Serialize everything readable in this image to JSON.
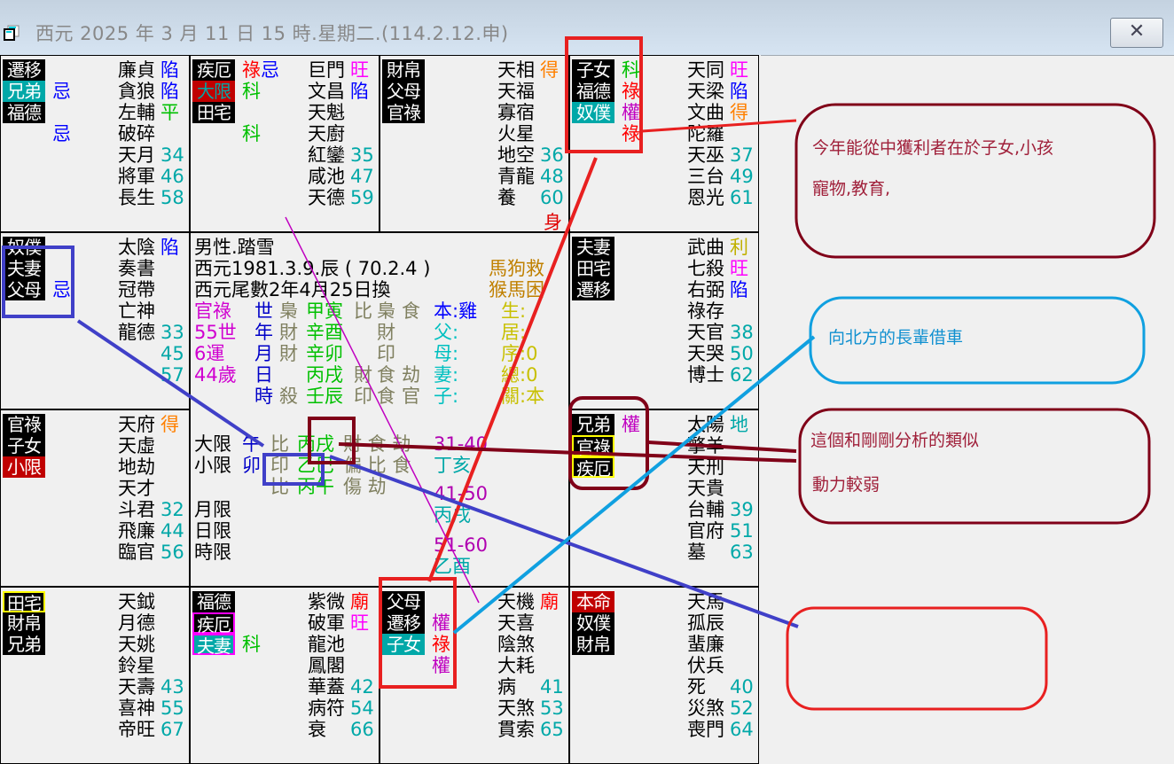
{
  "window": {
    "title": "西元 2025 年 3 月 11 日 15 時.星期二.(114.2.12.申)",
    "close_label": "✕",
    "icon": "app-window-icon"
  },
  "colors": {
    "black_label": "#000000",
    "teal_label": "#00a8a8",
    "red_label": "#c00000",
    "num": "#00a8a8",
    "blue": "#0000ff",
    "green": "#00c000",
    "red": "#ff0000",
    "purple": "#c000c0",
    "magenta": "#ff00ff",
    "orange": "#ff8000",
    "olive": "#808060",
    "gold": "#c08000",
    "yellow": "#c8c000"
  },
  "cells": [
    {
      "palaces": [
        {
          "t": "遷移",
          "bg": "#000000"
        },
        {
          "t": "兄弟",
          "bg": "#00a8a8"
        },
        {
          "t": "福德",
          "bg": "#000000"
        }
      ],
      "marks": [
        [],
        [
          {
            "t": "忌",
            "c": "#0000ff"
          }
        ],
        [],
        [
          {
            "t": "忌",
            "c": "#0000ff"
          }
        ]
      ],
      "stars": [
        {
          "n": "廉貞",
          "s": "陷",
          "c": "#0000ff"
        },
        {
          "n": "貪狼",
          "s": "陷",
          "c": "#0000ff"
        },
        {
          "n": "左輔",
          "s": "平",
          "c": "#00c000"
        },
        {
          "n": "破碎",
          "s": ""
        },
        {
          "n": "天月",
          "s": "34"
        },
        {
          "n": "將軍",
          "s": "46"
        },
        {
          "n": "長生",
          "s": "58"
        }
      ]
    },
    {
      "palaces": [
        {
          "t": "疾厄",
          "bg": "#000000"
        },
        {
          "t": "大限",
          "bg": "#c00000",
          "fg": "#00a8a8"
        },
        {
          "t": "田宅",
          "bg": "#000000"
        }
      ],
      "marks": [
        [
          {
            "t": "祿",
            "c": "#ff0000"
          },
          {
            "t": "忌",
            "c": "#0000ff"
          }
        ],
        [
          {
            "t": "科",
            "c": "#00c000"
          }
        ],
        [],
        [
          {
            "t": "科",
            "c": "#00c000"
          }
        ]
      ],
      "stars": [
        {
          "n": "巨門",
          "s": "旺",
          "c": "#ff00ff"
        },
        {
          "n": "文昌",
          "s": "陷",
          "c": "#0000ff"
        },
        {
          "n": "天魁",
          "s": ""
        },
        {
          "n": "天廚",
          "s": ""
        },
        {
          "n": "紅鑾",
          "s": "35"
        },
        {
          "n": "咸池",
          "s": "47"
        },
        {
          "n": "天德",
          "s": "59"
        }
      ]
    },
    {
      "palaces": [
        {
          "t": "財帛",
          "bg": "#000000"
        },
        {
          "t": "父母",
          "bg": "#000000"
        },
        {
          "t": "官祿",
          "bg": "#000000"
        }
      ],
      "marks": [],
      "stars": [
        {
          "n": "天相",
          "s": "得",
          "c": "#ff8000"
        },
        {
          "n": "天福",
          "s": ""
        },
        {
          "n": "寡宿",
          "s": ""
        },
        {
          "n": "火星",
          "s": ""
        },
        {
          "n": "地空",
          "s": "36"
        },
        {
          "n": "青龍",
          "s": "48"
        },
        {
          "n": "養",
          "s": "60"
        }
      ],
      "extra": "身"
    },
    {
      "palaces": [
        {
          "t": "子女",
          "bg": "#000000"
        },
        {
          "t": "福德",
          "bg": "#000000"
        },
        {
          "t": "奴僕",
          "bg": "#00a8a8"
        }
      ],
      "marks": [
        [
          {
            "t": "科",
            "c": "#00c000"
          }
        ],
        [
          {
            "t": "祿",
            "c": "#ff0000"
          }
        ],
        [
          {
            "t": "權",
            "c": "#c000c0"
          }
        ],
        [
          {
            "t": "祿",
            "c": "#ff0000"
          }
        ]
      ],
      "stars": [
        {
          "n": "天同",
          "s": "旺",
          "c": "#ff00ff"
        },
        {
          "n": "天梁",
          "s": "陷",
          "c": "#0000ff"
        },
        {
          "n": "文曲",
          "s": "得",
          "c": "#ff8000"
        },
        {
          "n": "陀羅",
          "s": ""
        },
        {
          "n": "天巫",
          "s": "37"
        },
        {
          "n": "三台",
          "s": "49"
        },
        {
          "n": "恩光",
          "s": "61"
        }
      ]
    },
    {
      "palaces": [
        {
          "t": "奴僕",
          "bg": "#000000"
        },
        {
          "t": "夫妻",
          "bg": "#000000"
        },
        {
          "t": "父母",
          "bg": "#000000"
        }
      ],
      "marks": [
        [],
        [],
        [
          {
            "t": "忌",
            "c": "#0000ff"
          }
        ]
      ],
      "stars": [
        {
          "n": "太陰",
          "s": "陷",
          "c": "#0000ff"
        },
        {
          "n": "奏書",
          "s": ""
        },
        {
          "n": "冠帶",
          "s": ""
        },
        {
          "n": "亡神",
          "s": ""
        },
        {
          "n": "龍德",
          "s": "33"
        },
        {
          "n": "",
          "s": "45"
        },
        {
          "n": "",
          "s": "57"
        }
      ]
    },
    {
      "palaces": [
        {
          "t": "夫妻",
          "bg": "#000000"
        },
        {
          "t": "田宅",
          "bg": "#000000"
        },
        {
          "t": "遷移",
          "bg": "#000000"
        }
      ],
      "marks": [],
      "stars": [
        {
          "n": "武曲",
          "s": "利",
          "c": "#c0b000"
        },
        {
          "n": "七殺",
          "s": "旺",
          "c": "#ff00ff"
        },
        {
          "n": "右弼",
          "s": "陷",
          "c": "#0000ff"
        },
        {
          "n": "祿存",
          "s": ""
        },
        {
          "n": "天官",
          "s": "38"
        },
        {
          "n": "天哭",
          "s": "50"
        },
        {
          "n": "博士",
          "s": "62"
        }
      ]
    },
    {
      "palaces": [
        {
          "t": "官祿",
          "bg": "#000000"
        },
        {
          "t": "子女",
          "bg": "#000000"
        },
        {
          "t": "小限",
          "bg": "#c00000"
        }
      ],
      "marks": [],
      "stars": [
        {
          "n": "天府",
          "s": "得",
          "c": "#ff8000"
        },
        {
          "n": "天虛",
          "s": ""
        },
        {
          "n": "地劫",
          "s": ""
        },
        {
          "n": "天才",
          "s": ""
        },
        {
          "n": "斗君",
          "s": "32"
        },
        {
          "n": "飛廉",
          "s": "44"
        },
        {
          "n": "臨官",
          "s": "56"
        }
      ]
    },
    {
      "palaces": [
        {
          "t": "兄弟",
          "bg": "#000000"
        },
        {
          "t": "官祿",
          "bg": "#000000",
          "bd": "#ffff00"
        },
        {
          "t": "疾厄",
          "bg": "#000000",
          "bd": "#ffff00"
        }
      ],
      "marks": [
        [
          {
            "t": "權",
            "c": "#c000c0"
          }
        ]
      ],
      "stars": [
        {
          "n": "太陽",
          "s": "地",
          "c": "#00a8a8"
        },
        {
          "n": "擎羊",
          "s": ""
        },
        {
          "n": "天刑",
          "s": ""
        },
        {
          "n": "天貴",
          "s": ""
        },
        {
          "n": "台輔",
          "s": "39"
        },
        {
          "n": "官府",
          "s": "51"
        },
        {
          "n": "墓",
          "s": "63"
        }
      ]
    },
    {
      "palaces": [
        {
          "t": "田宅",
          "bg": "#000000",
          "bd": "#ffff00"
        },
        {
          "t": "財帛",
          "bg": "#000000"
        },
        {
          "t": "兄弟",
          "bg": "#000000"
        }
      ],
      "marks": [],
      "stars": [
        {
          "n": "天鉞",
          "s": ""
        },
        {
          "n": "月德",
          "s": ""
        },
        {
          "n": "天姚",
          "s": ""
        },
        {
          "n": "鈴星",
          "s": ""
        },
        {
          "n": "天壽",
          "s": "43"
        },
        {
          "n": "喜神",
          "s": "55"
        },
        {
          "n": "帝旺",
          "s": "67"
        }
      ]
    },
    {
      "palaces": [
        {
          "t": "福德",
          "bg": "#000000"
        },
        {
          "t": "疾厄",
          "bg": "#000000",
          "bd": "#ff00ff"
        },
        {
          "t": "夫妻",
          "bg": "#00a8a8",
          "bd": "#ff00ff"
        }
      ],
      "marks": [
        [],
        [],
        [
          {
            "t": "科",
            "c": "#00c000"
          }
        ]
      ],
      "stars": [
        {
          "n": "紫微",
          "s": "廟",
          "c": "#ff0000"
        },
        {
          "n": "破軍",
          "s": "旺",
          "c": "#ff00ff"
        },
        {
          "n": "龍池",
          "s": ""
        },
        {
          "n": "鳳閣",
          "s": ""
        },
        {
          "n": "華蓋",
          "s": "42"
        },
        {
          "n": "病符",
          "s": "54"
        },
        {
          "n": "衰",
          "s": "66"
        }
      ]
    },
    {
      "palaces": [
        {
          "t": "父母",
          "bg": "#000000"
        },
        {
          "t": "遷移",
          "bg": "#000000"
        },
        {
          "t": "子女",
          "bg": "#00a8a8"
        }
      ],
      "marks": [
        [],
        [
          {
            "t": "權",
            "c": "#c000c0"
          }
        ],
        [
          {
            "t": "祿",
            "c": "#ff0000"
          }
        ],
        [
          {
            "t": "權",
            "c": "#c000c0"
          }
        ]
      ],
      "stars": [
        {
          "n": "天機",
          "s": "廟",
          "c": "#ff0000"
        },
        {
          "n": "天喜",
          "s": ""
        },
        {
          "n": "陰煞",
          "s": ""
        },
        {
          "n": "大耗",
          "s": ""
        },
        {
          "n": "病",
          "s": "41"
        },
        {
          "n": "天煞",
          "s": "53"
        },
        {
          "n": "貫索",
          "s": "65"
        }
      ]
    },
    {
      "palaces": [
        {
          "t": "本命",
          "bg": "#c00000"
        },
        {
          "t": "奴僕",
          "bg": "#000000"
        },
        {
          "t": "財帛",
          "bg": "#000000"
        }
      ],
      "marks": [],
      "stars": [
        {
          "n": "天馬",
          "s": ""
        },
        {
          "n": "孤辰",
          "s": ""
        },
        {
          "n": "蜚廉",
          "s": ""
        },
        {
          "n": "伏兵",
          "s": ""
        },
        {
          "n": "死",
          "s": "40"
        },
        {
          "n": "災煞",
          "s": "52"
        },
        {
          "n": "喪門",
          "s": "64"
        }
      ]
    }
  ],
  "center": {
    "header": [
      "男性.踏雪",
      "西元1981.3.9.辰 ( 70.2.4 )",
      "西元尾數2年4月25日換"
    ],
    "right_header": [
      "馬狗救",
      "猴馬困"
    ],
    "pillars": [
      [
        "官祿",
        "世",
        "梟",
        "甲寅",
        "比",
        "梟",
        "食",
        "本:雞",
        "生:"
      ],
      [
        "55世",
        "年",
        "財",
        "辛酉",
        "",
        "財",
        "",
        "父:",
        "居:"
      ],
      [
        "6運",
        "月",
        "財",
        "辛卯",
        "",
        "印",
        "",
        "母:",
        "序:0"
      ],
      [
        "44歲",
        "日",
        "",
        "丙戌",
        "財",
        "食",
        "劫",
        "妻:",
        "總:0"
      ],
      [
        "",
        "時",
        "殺",
        "壬辰",
        "印",
        "食",
        "官",
        "子:",
        "關:本"
      ]
    ],
    "limits": [
      [
        "大限",
        "午",
        "比",
        "丙戌",
        "財 食 劫"
      ],
      [
        "小限",
        "卯",
        "印",
        "乙巳",
        "偏 比 食"
      ],
      [
        "",
        "",
        "比",
        "丙午",
        "傷 劫"
      ]
    ],
    "other_limits": [
      "月限",
      "日限",
      "時限"
    ],
    "periods": [
      {
        "range": "31-40",
        "ganzhi": "丁亥"
      },
      {
        "range": "41-50",
        "ganzhi": "丙戌"
      },
      {
        "range": "51-60",
        "ganzhi": "乙酉"
      }
    ]
  },
  "annotations": {
    "note1": [
      "今年能從中獲利者在於子女,小孩",
      "寵物,教育,"
    ],
    "note2": "向北方的長輩借車",
    "note3": [
      "這個和剛剛分析的類似",
      "動力較弱"
    ],
    "note4": ""
  }
}
